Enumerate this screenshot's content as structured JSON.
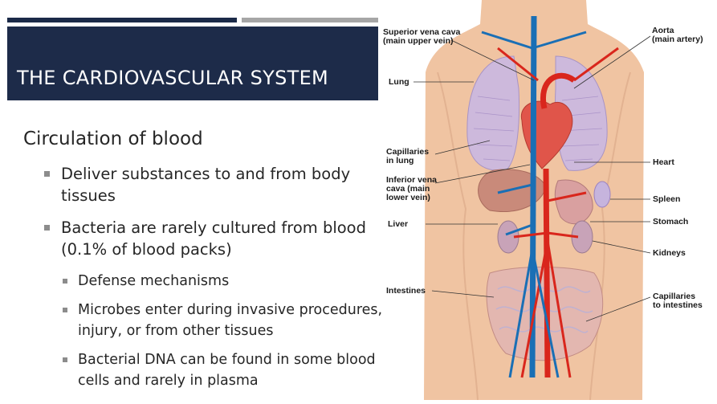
{
  "slide": {
    "title": "THE CARDIOVASCULAR SYSTEM",
    "heading": "Circulation of blood",
    "bullets": [
      {
        "text": "Deliver substances to and from body tissues"
      },
      {
        "text": "Bacteria are rarely cultured from blood (0.1% of blood packs)"
      }
    ],
    "sub_bullets": [
      {
        "text": "Defense mechanisms"
      },
      {
        "text": "Microbes enter during invasive procedures, injury, or from other tissues"
      },
      {
        "text": "Bacterial DNA can be found in some blood cells and rarely in plasma"
      }
    ]
  },
  "figure": {
    "labels": {
      "svc_1": "Superior vena cava",
      "svc_2": "(main upper vein)",
      "aorta_1": "Aorta",
      "aorta_2": "(main artery)",
      "lung": "Lung",
      "cap_lung_1": "Capillaries",
      "cap_lung_2": "in lung",
      "ivc_1": "Inferior vena",
      "ivc_2": "cava (main",
      "ivc_3": "lower vein)",
      "heart": "Heart",
      "spleen": "Spleen",
      "liver": "Liver",
      "stomach": "Stomach",
      "kidneys": "Kidneys",
      "intestines": "Intestines",
      "cap_int_1": "Capillaries",
      "cap_int_2": "to intestines"
    },
    "colors": {
      "artery": "#d9261c",
      "vein": "#1a6fb5",
      "skin": "#f2c7a6",
      "lung": "#c9b7d9",
      "heart": "#e0554a"
    }
  }
}
